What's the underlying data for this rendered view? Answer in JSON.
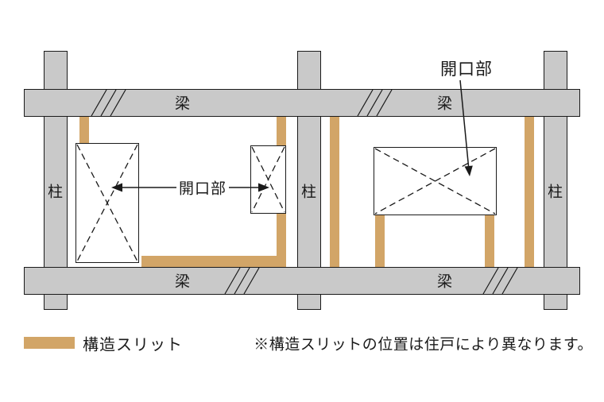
{
  "colors": {
    "concrete": "#c9c9c9",
    "slit": "#d2a567",
    "line": "#1a1a1a",
    "background": "#ffffff"
  },
  "diagram": {
    "column_label": "柱",
    "beam_label": "梁",
    "opening_label": "開口部"
  },
  "legend": {
    "slit_label": "構造スリット",
    "note": "※構造スリットの位置は住戸により異なります。"
  }
}
